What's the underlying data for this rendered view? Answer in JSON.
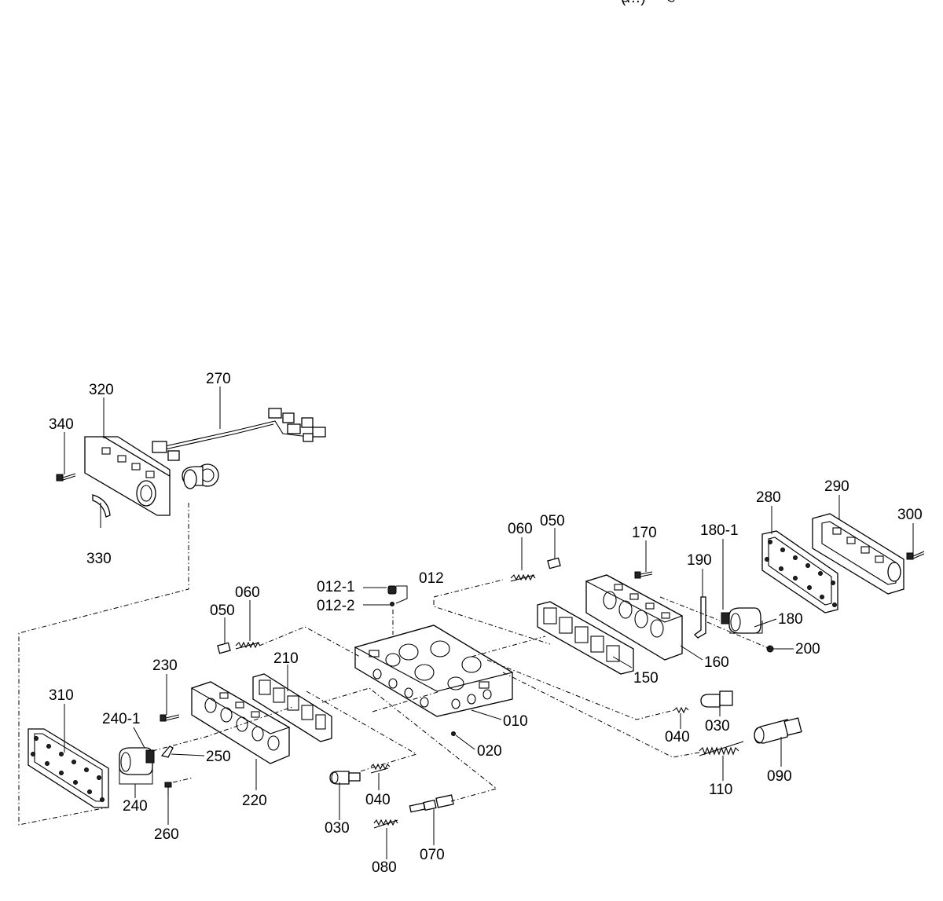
{
  "header": {
    "partial_text": "(…)"
  },
  "labels": {
    "p320": "320",
    "p270": "270",
    "p340": "340",
    "p330": "330",
    "p060a": "060",
    "p050a": "050",
    "p170": "170",
    "p180_1": "180-1",
    "p280": "280",
    "p290": "290",
    "p300": "300",
    "p190": "190",
    "p012_1": "012-1",
    "p012": "012",
    "p012_2": "012-2",
    "p060b": "060",
    "p050b": "050",
    "p180": "180",
    "p200": "200",
    "p150": "150",
    "p160": "160",
    "p210": "210",
    "p230": "230",
    "p310": "310",
    "p240_1": "240-1",
    "p250": "250",
    "p240": "240",
    "p220": "220",
    "p260": "260",
    "p010": "010",
    "p020": "020",
    "p030a": "030",
    "p040a": "040",
    "p030b": "030",
    "p040b": "040",
    "p090": "090",
    "p110": "110",
    "p080": "080",
    "p070": "070"
  }
}
